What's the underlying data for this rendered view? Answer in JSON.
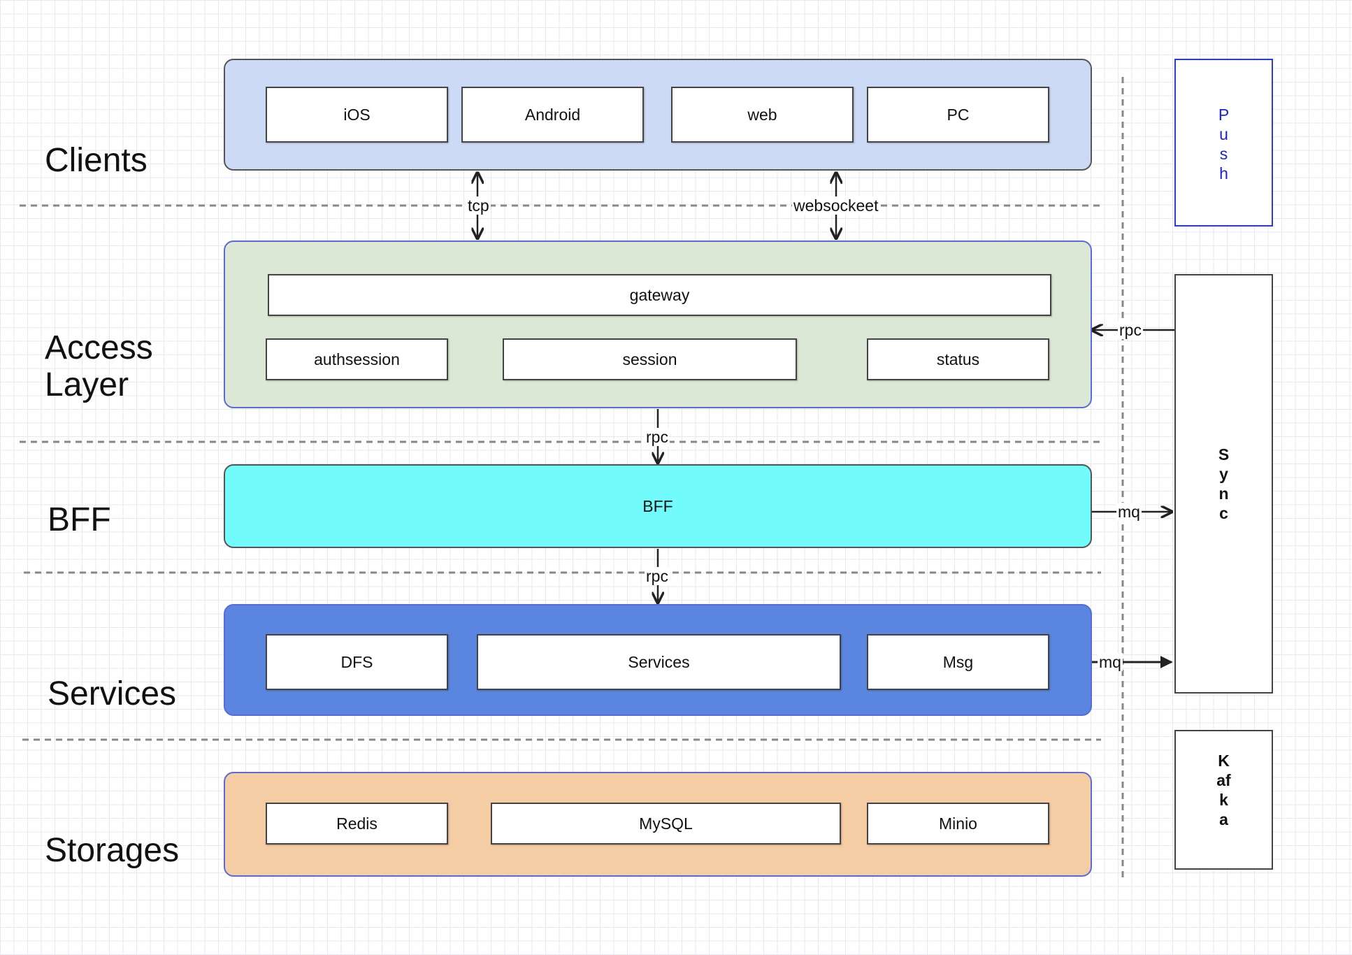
{
  "layers": {
    "clients": "Clients",
    "access": "Access\nLayer",
    "bff": "BFF",
    "services": "Services",
    "storages": "Storages"
  },
  "clients": [
    "iOS",
    "Android",
    "web",
    "PC"
  ],
  "access": {
    "gateway": "gateway",
    "authsession": "authsession",
    "session": "session",
    "status": "status"
  },
  "bff": {
    "label": "BFF"
  },
  "services": [
    "DFS",
    "Services",
    "Msg"
  ],
  "storages": [
    "Redis",
    "MySQL",
    "Minio"
  ],
  "side": {
    "push": "Push",
    "sync": "Sync",
    "kafka": "Kafka"
  },
  "connections": {
    "tcp": "tcp",
    "websocket": "websockeet",
    "rpc_sync": "rpc",
    "rpc_access_bff": "rpc",
    "rpc_bff_services": "rpc",
    "mq_bff": "mq",
    "mq_msg": "mq"
  },
  "colors": {
    "clients_fill": "#ccdaf5",
    "access_fill": "#dce8d6",
    "access_border": "#5a6bd8",
    "bff_fill": "#72fbfb",
    "services_fill": "#5b86e0",
    "storages_fill": "#f4cda5",
    "storages_border": "#5a6bd8",
    "push_text": "#1a22d8",
    "push_border": "#2b3bd6"
  }
}
